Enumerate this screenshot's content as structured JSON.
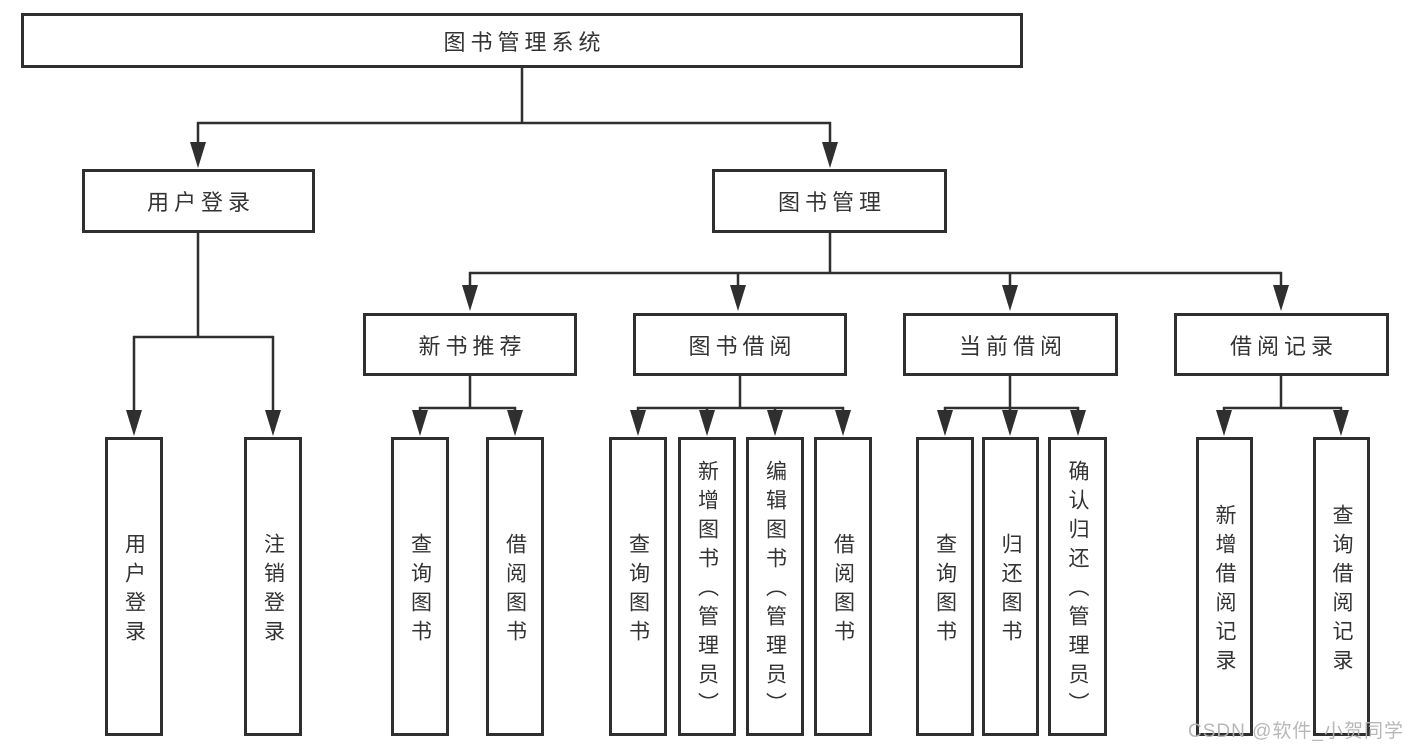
{
  "diagram": {
    "root": {
      "label": "图书管理系统"
    },
    "branches": [
      {
        "label": "用户登录",
        "children": [
          {
            "label": "用户登录"
          },
          {
            "label": "注销登录"
          }
        ]
      },
      {
        "label": "图书管理",
        "children": [
          {
            "label": "新书推荐",
            "children": [
              {
                "label": "查询图书"
              },
              {
                "label": "借阅图书"
              }
            ]
          },
          {
            "label": "图书借阅",
            "children": [
              {
                "label": "查询图书"
              },
              {
                "label": "新增图书（管理员）"
              },
              {
                "label": "编辑图书（管理员）"
              },
              {
                "label": "借阅图书"
              }
            ]
          },
          {
            "label": "当前借阅",
            "children": [
              {
                "label": "查询图书"
              },
              {
                "label": "归还图书"
              },
              {
                "label": "确认归还（管理员）"
              }
            ]
          },
          {
            "label": "借阅记录",
            "children": [
              {
                "label": "新增借阅记录"
              },
              {
                "label": "查询借阅记录"
              }
            ]
          }
        ]
      }
    ]
  },
  "watermark": {
    "text": "CSDN @软件_小贺同学"
  },
  "colors": {
    "line": "#2f2f2f",
    "text": "#333333",
    "background": "#ffffff",
    "watermark": "#b4b4b4"
  }
}
